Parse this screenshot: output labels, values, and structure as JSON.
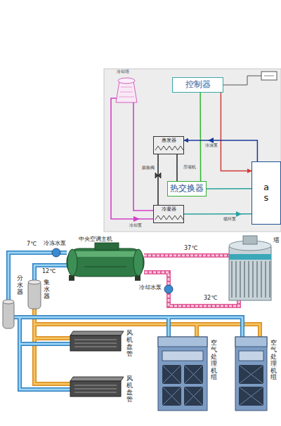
{
  "diagram": {
    "nodes": [
      {
        "text": [
          "控制器"
        ]
      },
      {
        "text": [
          "蒸发器"
        ]
      },
      {
        "text": [
          "冷凝器"
        ]
      },
      {
        "text": [
          "热交换器"
        ]
      },
      {
        "text": [
          "a s"
        ]
      }
    ],
    "edges": [
      {
        "from": 0,
        "to": 3,
        "arrow": "none"
      },
      {
        "from": 0,
        "to": 4,
        "arrow": "to"
      },
      {
        "from": 1,
        "to": 2,
        "arrow": "none"
      },
      {
        "from": 1,
        "to": 3,
        "arrow": "none"
      },
      {
        "from": 3,
        "to": 4,
        "arrow": "none"
      },
      {
        "from": 4,
        "to": 1,
        "arrow": "to"
      },
      {
        "from": 2,
        "to": 4,
        "arrow": "none"
      }
    ],
    "labels": [
      "冷却塔",
      "压缩机",
      "膨胀阀",
      "冷冻泵",
      "冷却泵",
      "循环泵",
      "中央空调主机",
      "7℃",
      "冷冻水泵",
      "12℃",
      "37℃",
      "冷却水泵",
      "32℃",
      "塔",
      "分水器",
      "集水器",
      "风机盘管",
      "风机盘管",
      "空气处理机组",
      "空气处理机组"
    ]
  }
}
